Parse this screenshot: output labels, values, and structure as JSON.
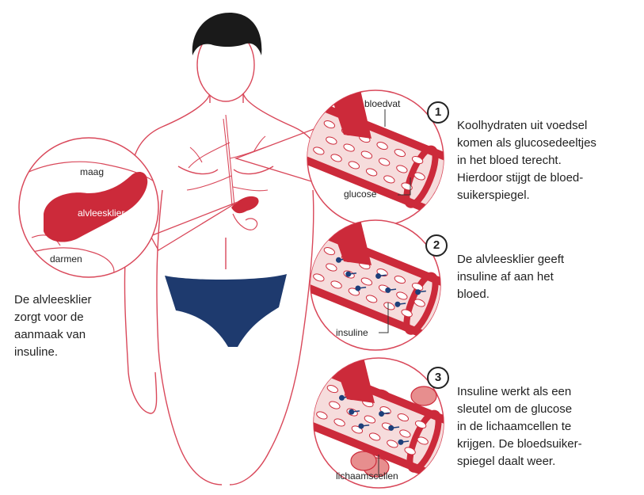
{
  "colors": {
    "blood_red": "#cc2a3a",
    "outline_red": "#d9485a",
    "pale_pink": "#f6dcdc",
    "cell_pink": "#e78e8e",
    "hair": "#1a1a1a",
    "underwear_blue": "#1e3a6e",
    "insulin_blue": "#1d3f7a"
  },
  "icons": [
    "human-body-figure",
    "pancreas-organ",
    "blood-vessel",
    "glucose-molecule",
    "insulin-molecule",
    "body-cell"
  ],
  "left_circle": {
    "labels": {
      "stomach": "maag",
      "pancreas": "alvleesklier",
      "intestines": "darmen"
    },
    "caption": "De alvleesklier\nzorgt voor de\naanmaak van\ninsuline."
  },
  "steps": [
    {
      "number": "1",
      "labels": {
        "vessel": "bloedvat",
        "glucose": "glucose"
      },
      "text": "Koolhydraten uit voedsel\nkomen als glucosedeeltjes\nin het bloed terecht.\nHierdoor stijgt de bloed-\nsuikerspiegel."
    },
    {
      "number": "2",
      "labels": {
        "insulin": "insuline"
      },
      "text": "De alvleesklier geeft\ninsuline af aan het\nbloed."
    },
    {
      "number": "3",
      "labels": {
        "cells": "lichaamscellen"
      },
      "text": "Insuline werkt als een\nsleutel om de glucose\nin de lichaamcellen te\nkrijgen. De bloedsuiker-\nspiegel daalt weer."
    }
  ]
}
